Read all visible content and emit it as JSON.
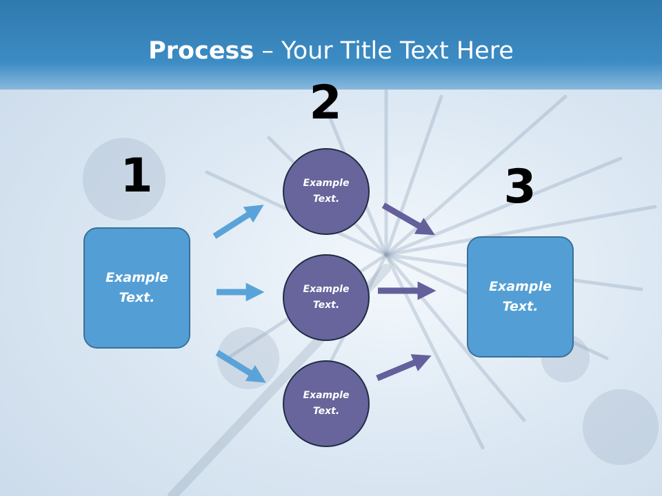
{
  "header": {
    "title_bold": "Process",
    "title_rest": " – Your Title Text Here"
  },
  "steps": {
    "one": "1",
    "two": "2",
    "three": "3"
  },
  "left_box": {
    "text": "Example Text."
  },
  "right_box": {
    "text": "Example Text."
  },
  "circles": [
    {
      "text": "Example Text."
    },
    {
      "text": "Example Text."
    },
    {
      "text": "Example Text."
    }
  ],
  "colors": {
    "header": "#3d8cc4",
    "box_fill": "#539fd5",
    "circle_fill": "#67659b",
    "arrow_blue": "#5aa3d8",
    "arrow_purple": "#63609c"
  }
}
